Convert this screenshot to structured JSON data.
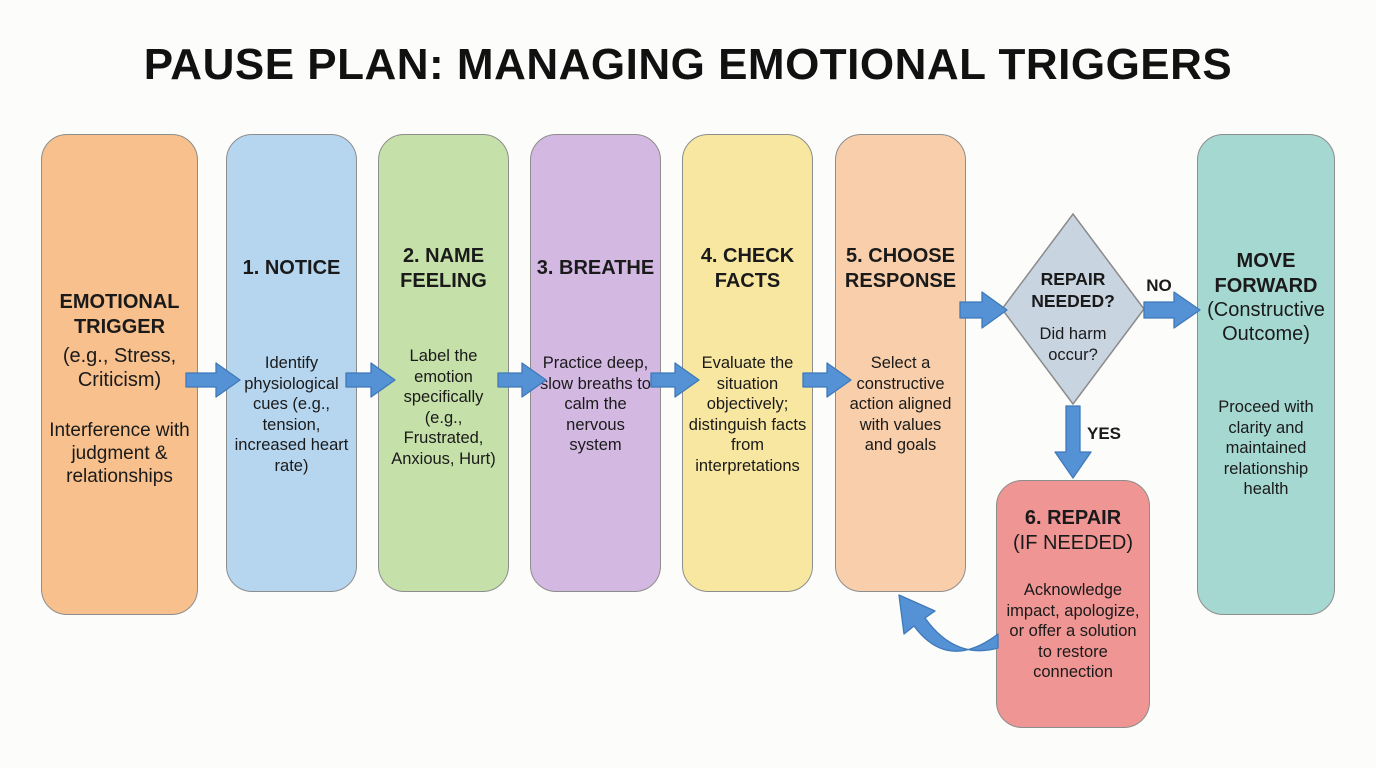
{
  "title": "PAUSE PLAN: MANAGING EMOTIONAL TRIGGERS",
  "trigger": {
    "heading": "EMOTIONAL TRIGGER",
    "example": "(e.g., Stress, Criticism)",
    "body": "Interference with judgment & relationships"
  },
  "steps": [
    {
      "heading": "1. NOTICE",
      "body": "Identify physiological cues (e.g., tension, increased heart rate)"
    },
    {
      "heading": "2. NAME FEELING",
      "body": "Label the emotion specifically (e.g., Frustrated, Anxious, Hurt)"
    },
    {
      "heading": "3. BREATHE",
      "body": "Practice deep, slow breaths to calm the nervous system"
    },
    {
      "heading": "4. CHECK FACTS",
      "body": "Evaluate the situation objectively; distinguish facts from interpretations"
    },
    {
      "heading": "5. CHOOSE RESPONSE",
      "body": "Select a constructive action aligned with values and goals"
    }
  ],
  "decision": {
    "question": "REPAIR NEEDED?",
    "sub": "Did harm occur?"
  },
  "branches": {
    "no": "NO",
    "yes": "YES"
  },
  "repair": {
    "heading": "6. REPAIR",
    "sub": "(IF NEEDED)",
    "body": "Acknowledge impact, apologize, or offer a solution to restore connection"
  },
  "forward": {
    "heading": "MOVE FORWARD",
    "sub": "(Constructive Outcome)",
    "body": "Proceed with clarity and maintained relationship health"
  },
  "colors": {
    "trigger": "#f7c08d",
    "notice": "#b6d6f0",
    "name_feeling": "#c5e0a8",
    "breathe": "#d3b8e2",
    "check_facts": "#f8e7a0",
    "choose_response": "#f9cfab",
    "decision": "#c9d4e1",
    "repair": "#ef9593",
    "forward": "#a6d8d2",
    "arrow": "#5592d5"
  }
}
